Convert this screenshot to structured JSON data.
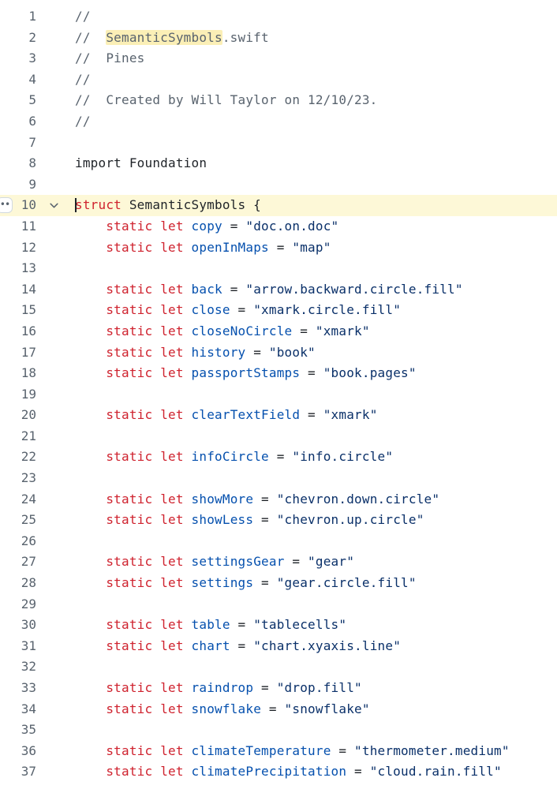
{
  "file": {
    "language": "swift",
    "active_line": 10,
    "highlighted_term": "SemanticSymbols"
  },
  "lines": [
    {
      "n": "1",
      "tokens": [
        {
          "t": "cmt",
          "v": "//"
        }
      ]
    },
    {
      "n": "2",
      "tokens": [
        {
          "t": "cmt",
          "v": "//  "
        },
        {
          "t": "cmt-hl",
          "v": "SemanticSymbols"
        },
        {
          "t": "cmt",
          "v": ".swift"
        }
      ]
    },
    {
      "n": "3",
      "tokens": [
        {
          "t": "cmt",
          "v": "//  Pines"
        }
      ]
    },
    {
      "n": "4",
      "tokens": [
        {
          "t": "cmt",
          "v": "//"
        }
      ]
    },
    {
      "n": "5",
      "tokens": [
        {
          "t": "cmt",
          "v": "//  Created by Will Taylor on 12/10/23."
        }
      ]
    },
    {
      "n": "6",
      "tokens": [
        {
          "t": "cmt",
          "v": "//"
        }
      ]
    },
    {
      "n": "7",
      "tokens": []
    },
    {
      "n": "8",
      "tokens": [
        {
          "t": "kw-plain",
          "v": "import"
        },
        {
          "t": "op",
          "v": " Foundation"
        }
      ]
    },
    {
      "n": "9",
      "tokens": []
    },
    {
      "n": "10",
      "tokens": [
        {
          "t": "caret",
          "v": ""
        },
        {
          "t": "kw",
          "v": "struct"
        },
        {
          "t": "op",
          "v": " SemanticSymbols {"
        }
      ]
    },
    {
      "n": "11",
      "tokens": [
        {
          "t": "op",
          "v": "    "
        },
        {
          "t": "kw",
          "v": "static"
        },
        {
          "t": "op",
          "v": " "
        },
        {
          "t": "kw",
          "v": "let"
        },
        {
          "t": "op",
          "v": " "
        },
        {
          "t": "prop",
          "v": "copy"
        },
        {
          "t": "op",
          "v": " = "
        },
        {
          "t": "str",
          "v": "\"doc.on.doc\""
        }
      ]
    },
    {
      "n": "12",
      "tokens": [
        {
          "t": "op",
          "v": "    "
        },
        {
          "t": "kw",
          "v": "static"
        },
        {
          "t": "op",
          "v": " "
        },
        {
          "t": "kw",
          "v": "let"
        },
        {
          "t": "op",
          "v": " "
        },
        {
          "t": "prop",
          "v": "openInMaps"
        },
        {
          "t": "op",
          "v": " = "
        },
        {
          "t": "str",
          "v": "\"map\""
        }
      ]
    },
    {
      "n": "13",
      "tokens": []
    },
    {
      "n": "14",
      "tokens": [
        {
          "t": "op",
          "v": "    "
        },
        {
          "t": "kw",
          "v": "static"
        },
        {
          "t": "op",
          "v": " "
        },
        {
          "t": "kw",
          "v": "let"
        },
        {
          "t": "op",
          "v": " "
        },
        {
          "t": "prop",
          "v": "back"
        },
        {
          "t": "op",
          "v": " = "
        },
        {
          "t": "str",
          "v": "\"arrow.backward.circle.fill\""
        }
      ]
    },
    {
      "n": "15",
      "tokens": [
        {
          "t": "op",
          "v": "    "
        },
        {
          "t": "kw",
          "v": "static"
        },
        {
          "t": "op",
          "v": " "
        },
        {
          "t": "kw",
          "v": "let"
        },
        {
          "t": "op",
          "v": " "
        },
        {
          "t": "prop",
          "v": "close"
        },
        {
          "t": "op",
          "v": " = "
        },
        {
          "t": "str",
          "v": "\"xmark.circle.fill\""
        }
      ]
    },
    {
      "n": "16",
      "tokens": [
        {
          "t": "op",
          "v": "    "
        },
        {
          "t": "kw",
          "v": "static"
        },
        {
          "t": "op",
          "v": " "
        },
        {
          "t": "kw",
          "v": "let"
        },
        {
          "t": "op",
          "v": " "
        },
        {
          "t": "prop",
          "v": "closeNoCircle"
        },
        {
          "t": "op",
          "v": " = "
        },
        {
          "t": "str",
          "v": "\"xmark\""
        }
      ]
    },
    {
      "n": "17",
      "tokens": [
        {
          "t": "op",
          "v": "    "
        },
        {
          "t": "kw",
          "v": "static"
        },
        {
          "t": "op",
          "v": " "
        },
        {
          "t": "kw",
          "v": "let"
        },
        {
          "t": "op",
          "v": " "
        },
        {
          "t": "prop",
          "v": "history"
        },
        {
          "t": "op",
          "v": " = "
        },
        {
          "t": "str",
          "v": "\"book\""
        }
      ]
    },
    {
      "n": "18",
      "tokens": [
        {
          "t": "op",
          "v": "    "
        },
        {
          "t": "kw",
          "v": "static"
        },
        {
          "t": "op",
          "v": " "
        },
        {
          "t": "kw",
          "v": "let"
        },
        {
          "t": "op",
          "v": " "
        },
        {
          "t": "prop",
          "v": "passportStamps"
        },
        {
          "t": "op",
          "v": " = "
        },
        {
          "t": "str",
          "v": "\"book.pages\""
        }
      ]
    },
    {
      "n": "19",
      "tokens": []
    },
    {
      "n": "20",
      "tokens": [
        {
          "t": "op",
          "v": "    "
        },
        {
          "t": "kw",
          "v": "static"
        },
        {
          "t": "op",
          "v": " "
        },
        {
          "t": "kw",
          "v": "let"
        },
        {
          "t": "op",
          "v": " "
        },
        {
          "t": "prop",
          "v": "clearTextField"
        },
        {
          "t": "op",
          "v": " = "
        },
        {
          "t": "str",
          "v": "\"xmark\""
        }
      ]
    },
    {
      "n": "21",
      "tokens": []
    },
    {
      "n": "22",
      "tokens": [
        {
          "t": "op",
          "v": "    "
        },
        {
          "t": "kw",
          "v": "static"
        },
        {
          "t": "op",
          "v": " "
        },
        {
          "t": "kw",
          "v": "let"
        },
        {
          "t": "op",
          "v": " "
        },
        {
          "t": "prop",
          "v": "infoCircle"
        },
        {
          "t": "op",
          "v": " = "
        },
        {
          "t": "str",
          "v": "\"info.circle\""
        }
      ]
    },
    {
      "n": "23",
      "tokens": []
    },
    {
      "n": "24",
      "tokens": [
        {
          "t": "op",
          "v": "    "
        },
        {
          "t": "kw",
          "v": "static"
        },
        {
          "t": "op",
          "v": " "
        },
        {
          "t": "kw",
          "v": "let"
        },
        {
          "t": "op",
          "v": " "
        },
        {
          "t": "prop",
          "v": "showMore"
        },
        {
          "t": "op",
          "v": " = "
        },
        {
          "t": "str",
          "v": "\"chevron.down.circle\""
        }
      ]
    },
    {
      "n": "25",
      "tokens": [
        {
          "t": "op",
          "v": "    "
        },
        {
          "t": "kw",
          "v": "static"
        },
        {
          "t": "op",
          "v": " "
        },
        {
          "t": "kw",
          "v": "let"
        },
        {
          "t": "op",
          "v": " "
        },
        {
          "t": "prop",
          "v": "showLess"
        },
        {
          "t": "op",
          "v": " = "
        },
        {
          "t": "str",
          "v": "\"chevron.up.circle\""
        }
      ]
    },
    {
      "n": "26",
      "tokens": []
    },
    {
      "n": "27",
      "tokens": [
        {
          "t": "op",
          "v": "    "
        },
        {
          "t": "kw",
          "v": "static"
        },
        {
          "t": "op",
          "v": " "
        },
        {
          "t": "kw",
          "v": "let"
        },
        {
          "t": "op",
          "v": " "
        },
        {
          "t": "prop",
          "v": "settingsGear"
        },
        {
          "t": "op",
          "v": " = "
        },
        {
          "t": "str",
          "v": "\"gear\""
        }
      ]
    },
    {
      "n": "28",
      "tokens": [
        {
          "t": "op",
          "v": "    "
        },
        {
          "t": "kw",
          "v": "static"
        },
        {
          "t": "op",
          "v": " "
        },
        {
          "t": "kw",
          "v": "let"
        },
        {
          "t": "op",
          "v": " "
        },
        {
          "t": "prop",
          "v": "settings"
        },
        {
          "t": "op",
          "v": " = "
        },
        {
          "t": "str",
          "v": "\"gear.circle.fill\""
        }
      ]
    },
    {
      "n": "29",
      "tokens": []
    },
    {
      "n": "30",
      "tokens": [
        {
          "t": "op",
          "v": "    "
        },
        {
          "t": "kw",
          "v": "static"
        },
        {
          "t": "op",
          "v": " "
        },
        {
          "t": "kw",
          "v": "let"
        },
        {
          "t": "op",
          "v": " "
        },
        {
          "t": "prop",
          "v": "table"
        },
        {
          "t": "op",
          "v": " = "
        },
        {
          "t": "str",
          "v": "\"tablecells\""
        }
      ]
    },
    {
      "n": "31",
      "tokens": [
        {
          "t": "op",
          "v": "    "
        },
        {
          "t": "kw",
          "v": "static"
        },
        {
          "t": "op",
          "v": " "
        },
        {
          "t": "kw",
          "v": "let"
        },
        {
          "t": "op",
          "v": " "
        },
        {
          "t": "prop",
          "v": "chart"
        },
        {
          "t": "op",
          "v": " = "
        },
        {
          "t": "str",
          "v": "\"chart.xyaxis.line\""
        }
      ]
    },
    {
      "n": "32",
      "tokens": []
    },
    {
      "n": "33",
      "tokens": [
        {
          "t": "op",
          "v": "    "
        },
        {
          "t": "kw",
          "v": "static"
        },
        {
          "t": "op",
          "v": " "
        },
        {
          "t": "kw",
          "v": "let"
        },
        {
          "t": "op",
          "v": " "
        },
        {
          "t": "prop",
          "v": "raindrop"
        },
        {
          "t": "op",
          "v": " = "
        },
        {
          "t": "str",
          "v": "\"drop.fill\""
        }
      ]
    },
    {
      "n": "34",
      "tokens": [
        {
          "t": "op",
          "v": "    "
        },
        {
          "t": "kw",
          "v": "static"
        },
        {
          "t": "op",
          "v": " "
        },
        {
          "t": "kw",
          "v": "let"
        },
        {
          "t": "op",
          "v": " "
        },
        {
          "t": "prop",
          "v": "snowflake"
        },
        {
          "t": "op",
          "v": " = "
        },
        {
          "t": "str",
          "v": "\"snowflake\""
        }
      ]
    },
    {
      "n": "35",
      "tokens": []
    },
    {
      "n": "36",
      "tokens": [
        {
          "t": "op",
          "v": "    "
        },
        {
          "t": "kw",
          "v": "static"
        },
        {
          "t": "op",
          "v": " "
        },
        {
          "t": "kw",
          "v": "let"
        },
        {
          "t": "op",
          "v": " "
        },
        {
          "t": "prop",
          "v": "climateTemperature"
        },
        {
          "t": "op",
          "v": " = "
        },
        {
          "t": "str",
          "v": "\"thermometer.medium\""
        }
      ]
    },
    {
      "n": "37",
      "tokens": [
        {
          "t": "op",
          "v": "    "
        },
        {
          "t": "kw",
          "v": "static"
        },
        {
          "t": "op",
          "v": " "
        },
        {
          "t": "kw",
          "v": "let"
        },
        {
          "t": "op",
          "v": " "
        },
        {
          "t": "prop",
          "v": "climatePrecipitation"
        },
        {
          "t": "op",
          "v": " = "
        },
        {
          "t": "str",
          "v": "\"cloud.rain.fill\""
        }
      ]
    }
  ],
  "gutter": {
    "dots_label": "••",
    "fold_icon": "chevron-down-icon"
  },
  "colors": {
    "keyword": "#cf222e",
    "property": "#0550ae",
    "string": "#0a3069",
    "comment": "#59636e",
    "active_line_bg": "#fdf8d7",
    "search_highlight_bg": "#fbefb6"
  }
}
